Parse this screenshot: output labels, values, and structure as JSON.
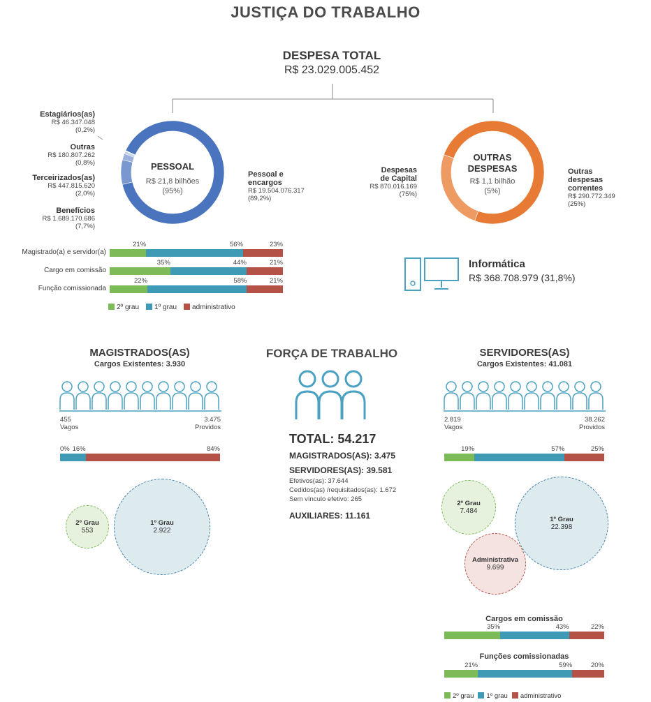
{
  "page_title": "JUSTIÇA DO TRABALHO",
  "despesa": {
    "title": "DESPESA TOTAL",
    "value": "R$ 23.029.005.452"
  },
  "colors": {
    "blue_dark": "#4a74be",
    "orange": "#e77a34",
    "green": "#7dbb59",
    "teal": "#3f9bb5",
    "red": "#b55247",
    "icon": "#4aa1c1"
  },
  "chart_data": [
    {
      "type": "pie",
      "title": "PESSOAL",
      "center_value": "R$ 21,8 bilhões",
      "center_pct": "(95%)",
      "slices": [
        {
          "name": "Pessoal e encargos",
          "label1": "Pessoal e",
          "label2": "encargos",
          "amount": "R$ 19.504.076.317",
          "pct_text": "(89,2%)",
          "value": 89.2
        },
        {
          "name": "Benefícios",
          "amount": "R$ 1.689.170.686",
          "pct_text": "(7,7%)",
          "value": 7.7
        },
        {
          "name": "Terceirizados(as)",
          "amount": "R$ 447.815.620",
          "pct_text": "(2,0%)",
          "value": 2.0
        },
        {
          "name": "Outras",
          "amount": "R$ 180.807.262",
          "pct_text": "(0,8%)",
          "value": 0.8
        },
        {
          "name": "Estagiários(as)",
          "amount": "R$ 46.347.048",
          "pct_text": "(0,2%)",
          "value": 0.2
        }
      ]
    },
    {
      "type": "pie",
      "title1": "OUTRAS",
      "title2": "DESPESAS",
      "center_value": "R$ 1,1 bilhão",
      "center_pct": "(5%)",
      "slices": [
        {
          "name": "Despesas de Capital",
          "label1": "Despesas",
          "label2": "de Capital",
          "amount": "R$ 870.016.169",
          "pct_text": "(75%)",
          "value": 75
        },
        {
          "name": "Outras despesas correntes",
          "label1": "Outras",
          "label2": "despesas",
          "label3": "correntes",
          "amount": "R$ 290.772.349",
          "pct_text": "(25%)",
          "value": 25
        }
      ]
    },
    {
      "type": "bar",
      "stacked": true,
      "orientation": "horizontal",
      "series_names": [
        "2º grau",
        "1º grau",
        "administrativo"
      ],
      "rows": [
        {
          "label": "Magistrado(a) e servidor(a)",
          "values": [
            21,
            56,
            23
          ],
          "labels": [
            "21%",
            "56%",
            "23%"
          ]
        },
        {
          "label": "Cargo em comissão",
          "values": [
            35,
            44,
            21
          ],
          "labels": [
            "35%",
            "44%",
            "21%"
          ]
        },
        {
          "label": "Função comissionada",
          "values": [
            22,
            58,
            21
          ],
          "labels": [
            "22%",
            "58%",
            "21%"
          ]
        }
      ]
    },
    {
      "type": "bar",
      "stacked": true,
      "title": "MAGISTRADOS(AS)",
      "values": [
        0,
        16,
        84
      ],
      "labels": [
        "0%",
        "16%",
        "84%"
      ],
      "bubbles": [
        {
          "name": "2º Grau",
          "value": 553,
          "label": "553"
        },
        {
          "name": "1º Grau",
          "value": 2922,
          "label": "2.922"
        }
      ]
    },
    {
      "type": "bar",
      "stacked": true,
      "title": "SERVIDORES(AS)",
      "values": [
        19,
        57,
        25
      ],
      "labels": [
        "19%",
        "57%",
        "25%"
      ],
      "bubbles": [
        {
          "name": "2º Grau",
          "value": 7484,
          "label": "7.484"
        },
        {
          "name": "1º Grau",
          "value": 22398,
          "label": "22.398"
        },
        {
          "name": "Administrativa",
          "value": 9699,
          "label": "9.699"
        }
      ]
    },
    {
      "type": "bar",
      "stacked": true,
      "title": "Cargos em comissão",
      "values": [
        35,
        43,
        22
      ],
      "labels": [
        "35%",
        "43%",
        "22%"
      ]
    },
    {
      "type": "bar",
      "stacked": true,
      "title": "Funções comissionadas",
      "values": [
        21,
        59,
        20
      ],
      "labels": [
        "21%",
        "59%",
        "20%"
      ]
    }
  ],
  "informatica": {
    "title": "Informática",
    "value": "R$ 368.708.979 (31,8%)"
  },
  "legend": {
    "g2": "2º grau",
    "g1": "1º grau",
    "adm": "administrativo"
  },
  "magistrados": {
    "title": "MAGISTRADOS(AS)",
    "existentes": "Cargos Existentes: 3.930",
    "vagos_num": "455",
    "vagos_lbl": "Vagos",
    "providos_num": "3.475",
    "providos_lbl": "Providos"
  },
  "servidores": {
    "title": "SERVIDORES(AS)",
    "existentes": "Cargos Existentes: 41.081",
    "vagos_num": "2.819",
    "vagos_lbl": "Vagos",
    "providos_num": "38.262",
    "providos_lbl": "Providos",
    "cargos_title": "Cargos em comissão",
    "funcoes_title": "Funções comissionadas"
  },
  "forca": {
    "title": "FORÇA DE TRABALHO",
    "total": "TOTAL: 54.217",
    "magistrados": "MAGISTRADOS(AS): 3.475",
    "servidores": "SERVIDORES(AS): 39.581",
    "efetivos": "Efetivos(as): 37.644",
    "cedidos": "Cedidos(as) /requisitados(as): 1.672",
    "sem_vinculo": "Sem vínculo efetivo: 265",
    "auxiliares": "AUXILIARES: 11.161"
  }
}
